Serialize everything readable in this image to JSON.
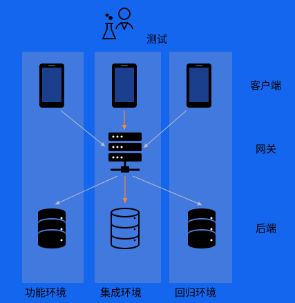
{
  "tester": {
    "label": "测试"
  },
  "rows": {
    "client": "客户端",
    "gateway": "网关",
    "backend": "后端"
  },
  "environments": [
    {
      "label": "功能环境"
    },
    {
      "label": "集成环境"
    },
    {
      "label": "回归环境"
    }
  ],
  "colors": {
    "background": "#1566ee",
    "column_band": "#4a7ddb",
    "device": "#000000",
    "gray_arrow": "#b9bec8",
    "orange_arrow": "#f08a3a"
  },
  "icons": [
    "scientist-icon",
    "phone-icon",
    "server-icon",
    "database-icon"
  ]
}
